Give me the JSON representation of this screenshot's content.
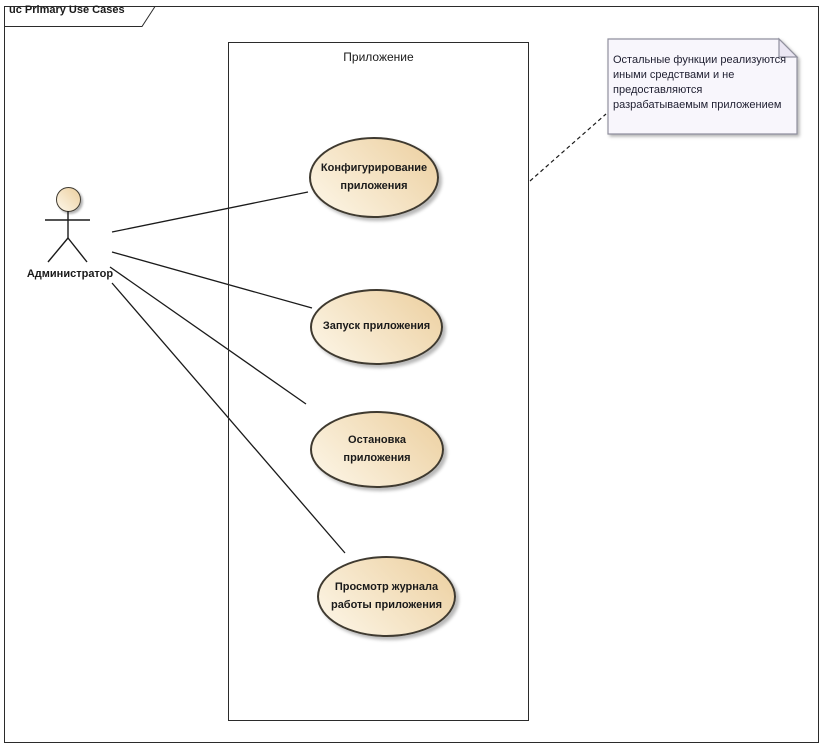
{
  "frame": {
    "title": "uc Primary Use Cases"
  },
  "system_boundary": {
    "label": "Приложение"
  },
  "actor": {
    "label": "Администратор"
  },
  "use_cases": [
    {
      "label": "Конфигурирование приложения"
    },
    {
      "label": "Запуск приложения"
    },
    {
      "label": "Остановка приложения"
    },
    {
      "label": "Просмотр журнала работы приложения"
    }
  ],
  "note": {
    "text": "Остальные функции реализуются иными средствами и не предоставляются разрабатываемым приложением"
  },
  "relationships": [
    {
      "from": "Администратор",
      "to": "Конфигурирование приложения",
      "type": "association",
      "style": "solid"
    },
    {
      "from": "Администратор",
      "to": "Запуск приложения",
      "type": "association",
      "style": "solid"
    },
    {
      "from": "Администратор",
      "to": "Остановка приложения",
      "type": "association",
      "style": "solid"
    },
    {
      "from": "Администратор",
      "to": "Просмотр журнала работы приложения",
      "type": "association",
      "style": "solid"
    },
    {
      "from": "Остальные функции реализуются иными средствами и не предоставляются разрабатываемым приложением",
      "to": "Приложение",
      "type": "note-attachment",
      "style": "dashed"
    }
  ],
  "colors": {
    "usecase_fill_light": "#fdf7e9",
    "usecase_fill_dark": "#eccf9f",
    "usecase_border": "#3f3a30",
    "note_fill": "#f8f6fc",
    "note_fold": "#eae6f3",
    "note_border": "#90909e",
    "note_text": "#1e1e30",
    "connector": "#1a1a1a",
    "frame_border": "#2b2b2b",
    "boundary_border": "#2b2b2b",
    "text": "#1a1a1a"
  }
}
